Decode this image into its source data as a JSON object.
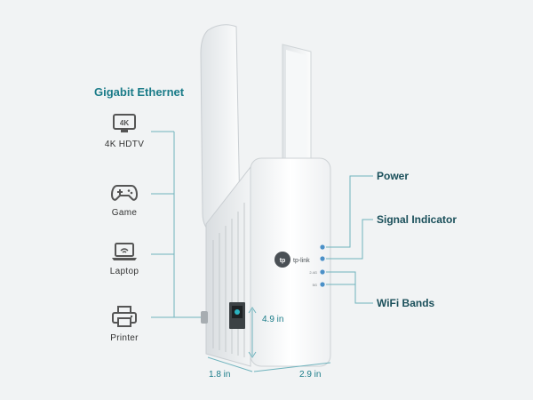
{
  "left_panel": {
    "title": "Gigabit Ethernet",
    "items": [
      {
        "label": "4K HDTV",
        "icon": "tv-4k-icon",
        "icon_text": "4K"
      },
      {
        "label": "Game",
        "icon": "gamepad-icon"
      },
      {
        "label": "Laptop",
        "icon": "laptop-icon"
      },
      {
        "label": "Printer",
        "icon": "printer-icon"
      }
    ]
  },
  "device": {
    "logo_text": "tp-link",
    "led_labels": [
      "",
      "",
      "2.4G",
      "5G"
    ]
  },
  "callouts": {
    "power": "Power",
    "signal": "Signal Indicator",
    "wifi_bands": "WiFi Bands"
  },
  "dimensions": {
    "height": "4.9 in",
    "depth": "1.8 in",
    "width": "2.9 in"
  },
  "colors": {
    "accent": "#1a7b88",
    "background": "#f1f3f4"
  }
}
